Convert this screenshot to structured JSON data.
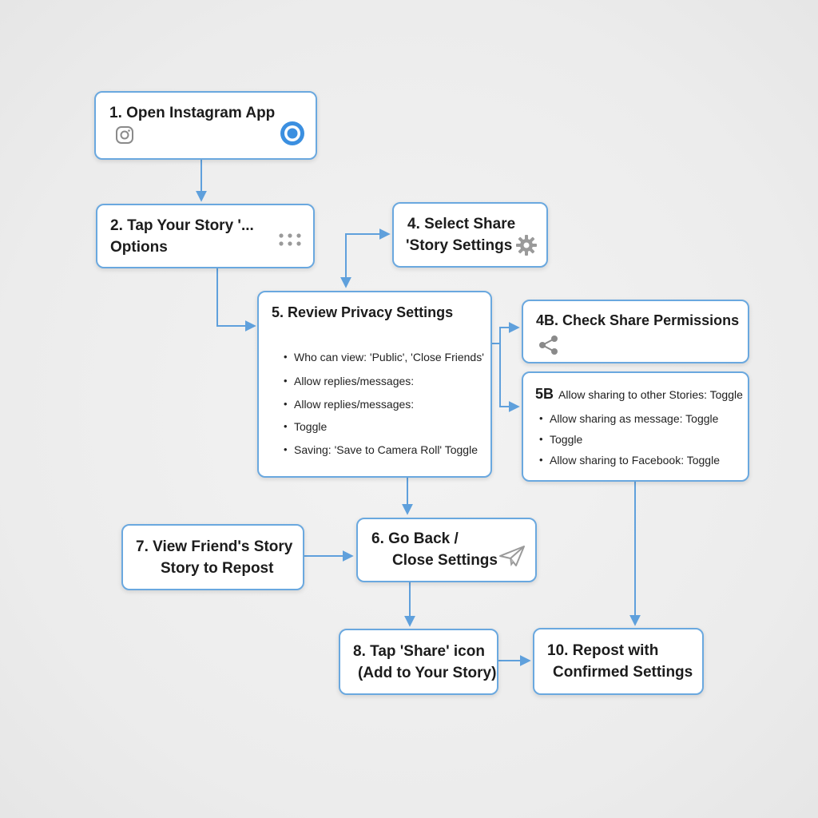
{
  "diagram": {
    "nodes": {
      "n1": {
        "title": "1. Open Instagram App",
        "icons": [
          "instagram-icon",
          "target-ring-icon"
        ]
      },
      "n2": {
        "title_line1": "2. Tap Your Story '...",
        "title_line2": "Options",
        "icons": [
          "dots-grid-icon"
        ]
      },
      "n4": {
        "title_line1": "4. Select Share",
        "title_line2": "'Story Settings",
        "icons": [
          "gear-icon"
        ]
      },
      "n5": {
        "title": "5. Review Privacy Settings",
        "bullets": [
          "Who can view: 'Public', 'Close Friends'",
          "Allow replies/messages:",
          "Allow replies/messages:",
          "Toggle",
          "Saving: 'Save to Camera Roll' Toggle"
        ]
      },
      "n4b": {
        "title": "4B. Check Share Permissions",
        "icons": [
          "share-icon"
        ]
      },
      "n5b": {
        "title_lead": "5B",
        "title_rest": "Allow sharing to other Stories: Toggle",
        "bullets": [
          "Allow sharing as message: Toggle",
          "Toggle",
          "Allow sharing to Facebook: Toggle"
        ]
      },
      "n6": {
        "title_line1": "6. Go Back /",
        "title_line2": "Close Settings",
        "icons": [
          "paper-plane-icon"
        ]
      },
      "n7": {
        "title_line1": "7. View Friend's Story",
        "title_line2": "Story to Repost"
      },
      "n8": {
        "title_line1": "8. Tap 'Share' icon",
        "title_line2": "(Add to Your Story)"
      },
      "n10": {
        "title_line1": "10. Repost with",
        "title_line2": "Confirmed Settings"
      }
    },
    "edges": [
      {
        "from": "n1",
        "to": "n2"
      },
      {
        "from": "n2",
        "to": "n5"
      },
      {
        "from": "n5",
        "to": "n4"
      },
      {
        "from": "n5",
        "to": "n4b"
      },
      {
        "from": "n5",
        "to": "n5b"
      },
      {
        "from": "n5",
        "to": "n6"
      },
      {
        "from": "n7",
        "to": "n6"
      },
      {
        "from": "n6",
        "to": "n8"
      },
      {
        "from": "n8",
        "to": "n10"
      },
      {
        "from": "n5b",
        "to": "n10"
      }
    ],
    "colors": {
      "border": "#6aa8df",
      "edge": "#5fa0dc",
      "icon_gray": "#8a8a8a",
      "accent_blue": "#3b8fe0"
    }
  }
}
